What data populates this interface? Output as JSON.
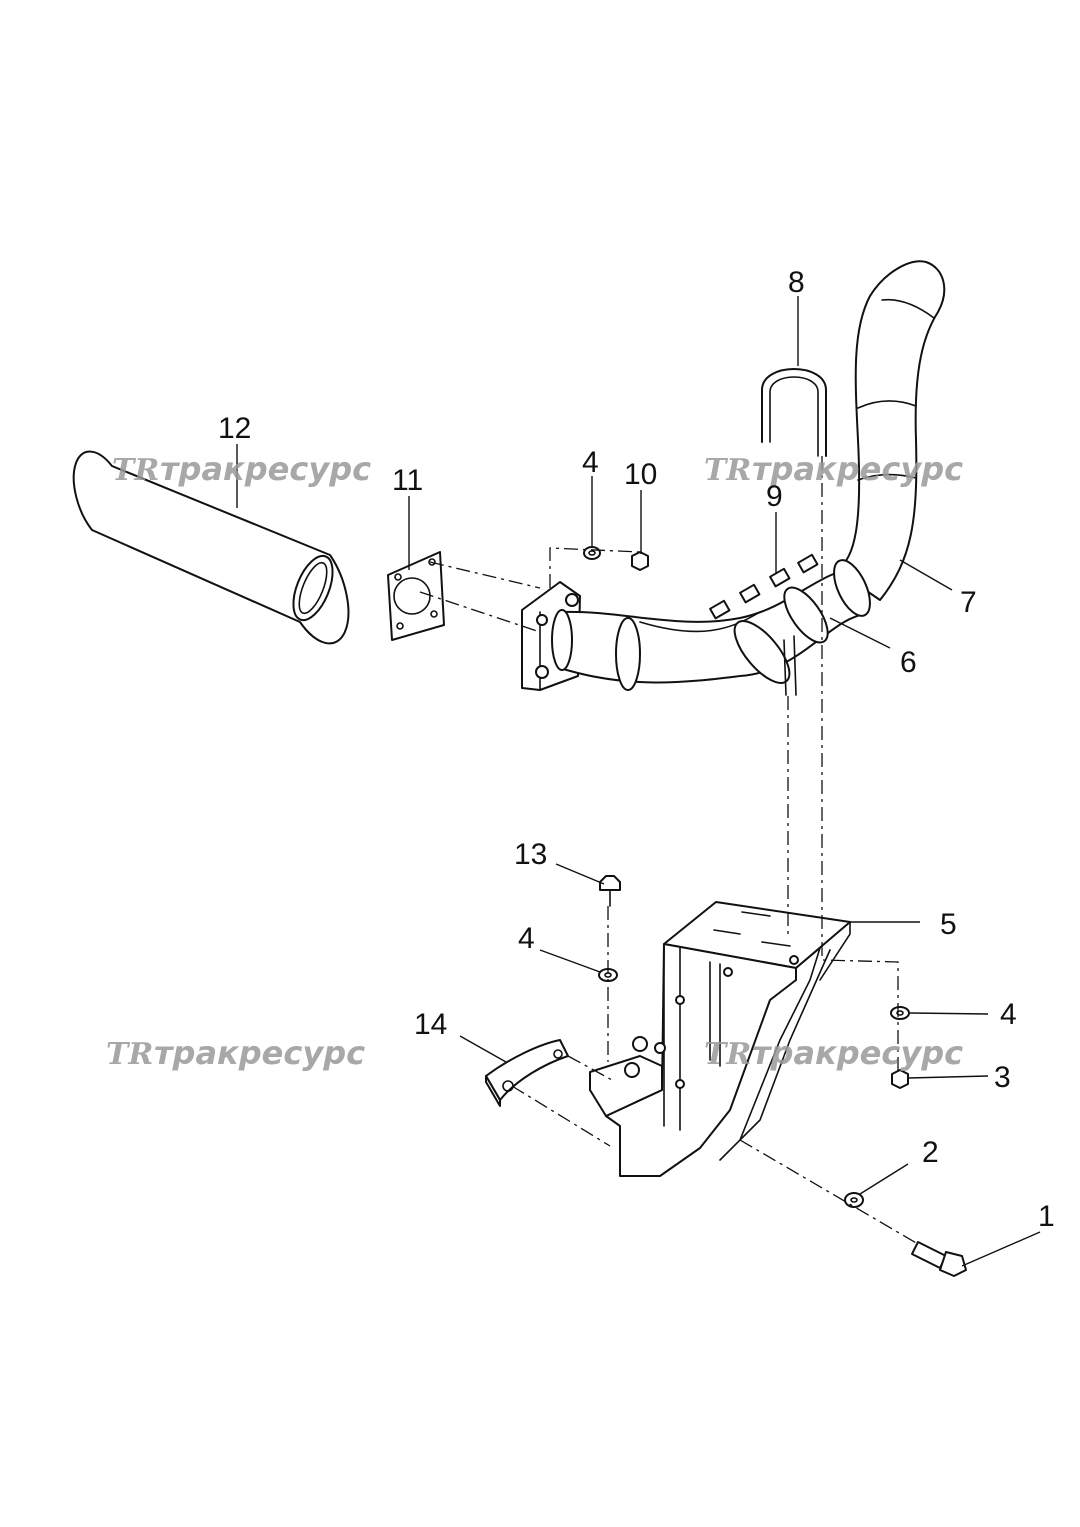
{
  "watermark": {
    "logo": "TR",
    "text": "тракресурс"
  },
  "callouts": [
    {
      "id": "1",
      "label": "1"
    },
    {
      "id": "2",
      "label": "2"
    },
    {
      "id": "3",
      "label": "3"
    },
    {
      "id": "4a",
      "label": "4"
    },
    {
      "id": "4b",
      "label": "4"
    },
    {
      "id": "4c",
      "label": "4"
    },
    {
      "id": "5",
      "label": "5"
    },
    {
      "id": "6",
      "label": "6"
    },
    {
      "id": "7",
      "label": "7"
    },
    {
      "id": "8",
      "label": "8"
    },
    {
      "id": "9",
      "label": "9"
    },
    {
      "id": "10",
      "label": "10"
    },
    {
      "id": "11",
      "label": "11"
    },
    {
      "id": "12",
      "label": "12"
    },
    {
      "id": "13",
      "label": "13"
    },
    {
      "id": "14",
      "label": "14"
    }
  ]
}
